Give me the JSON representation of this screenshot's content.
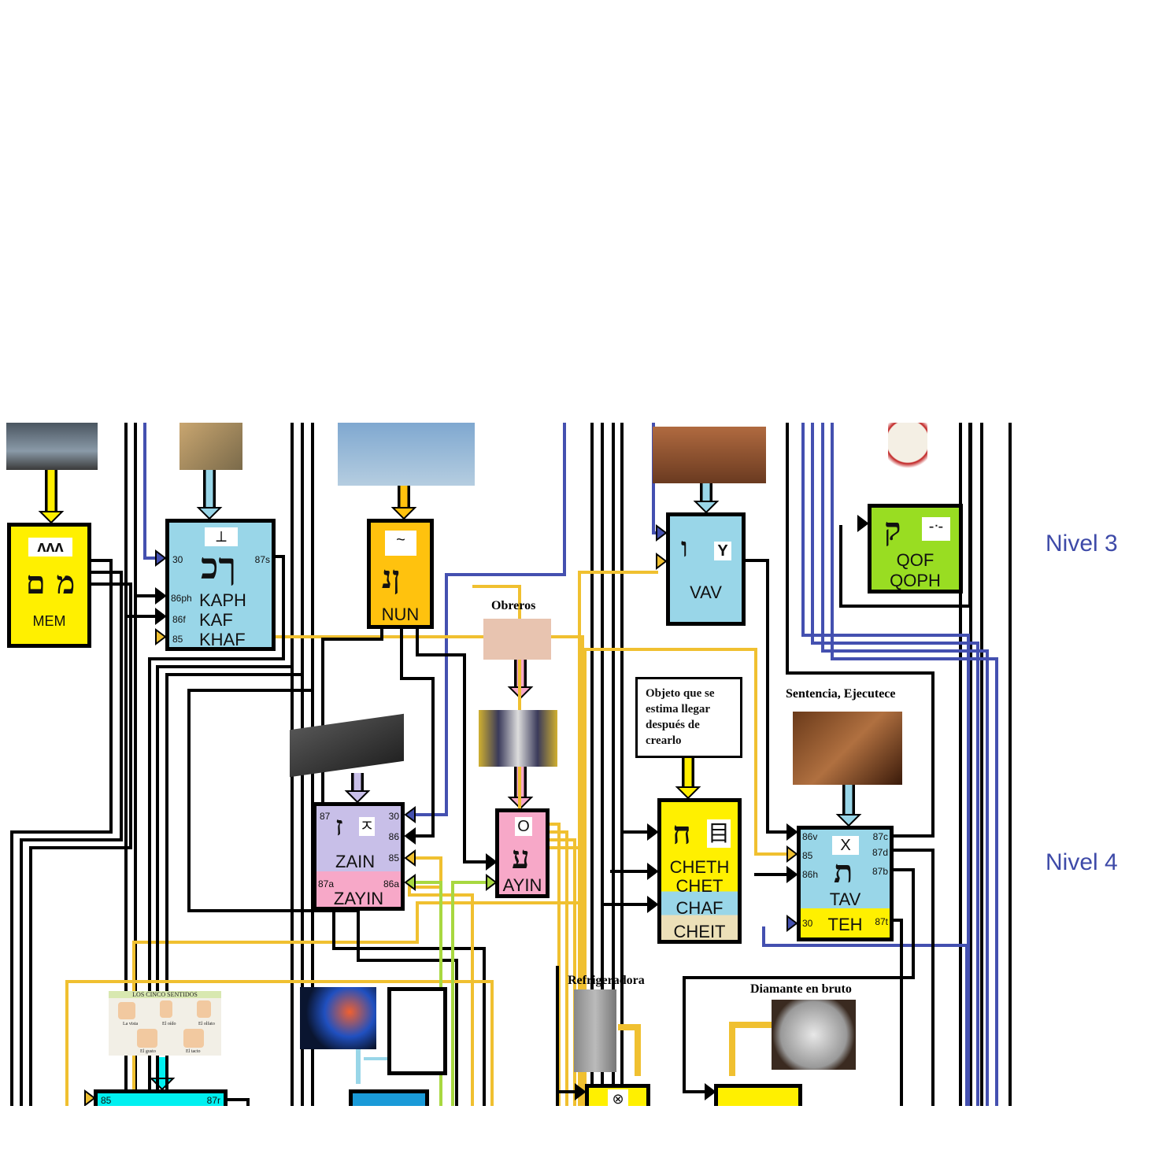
{
  "levels": [
    "Nivel 3",
    "Nivel 4"
  ],
  "colors": {
    "black_wire": "#000000",
    "blue_wire": "#4450b0",
    "yellow_wire": "#f0c030",
    "green_wire": "#a8d840",
    "yellow_box": "#fff000",
    "blue_box": "#99d6e8",
    "orange_box": "#ffc20e",
    "green_box": "#99dd22",
    "lavender_box": "#c8bfe8",
    "pink_box": "#f7a8c8",
    "beige_box": "#ece0b8",
    "cyan_box": "#00f0f0"
  },
  "mem": {
    "glyph": "ʌʌʌ",
    "hebrew": "מ ם",
    "name": "MEM"
  },
  "kaph": {
    "glyph": "⟂",
    "hebrew": "ךכ",
    "port_30": "30",
    "port_87s": "87s",
    "port_86ph": "86ph",
    "port_86f": "86f",
    "port_85": "85",
    "names": [
      "KAPH",
      "KAF",
      "KHAF"
    ]
  },
  "nun": {
    "glyph": "~",
    "hebrew": "ןנ",
    "name": "NUN"
  },
  "vav": {
    "hebrew": "ו",
    "glyph": "Y",
    "name": "VAV"
  },
  "qof": {
    "hebrew": "ק",
    "glyph": "-ᐧ-",
    "names": [
      "QOF",
      "QOPH"
    ]
  },
  "zain": {
    "port_87": "87",
    "hebrew": "ז",
    "glyph": "ㅈ",
    "port_30": "30",
    "port_86": "86",
    "port_85": "85",
    "name": "ZAIN",
    "port_87a": "87a",
    "port_86a": "86a",
    "alt_name": "ZAYIN"
  },
  "ayin": {
    "glyph": "O",
    "hebrew": "ע",
    "name": "AYIN"
  },
  "cheth": {
    "hebrew": "ח",
    "glyph": "目",
    "names": [
      "CHETH",
      "CHET"
    ],
    "chaf": "CHAF",
    "cheit": "CHEIT"
  },
  "tav": {
    "port_86v": "86v",
    "port_85": "85",
    "port_86h": "86h",
    "glyph": "X",
    "hebrew": "ת",
    "port_87c": "87c",
    "port_87d": "87d",
    "port_87b": "87b",
    "name": "TAV",
    "port_30": "30",
    "teh": "TEH",
    "port_87t": "87t"
  },
  "captions": {
    "obreros": "Obreros",
    "objeto": "Objeto que se estima llegar después de crearlo",
    "sentencia": "Sentencia, Ejecutece",
    "refrigeradora": "Refrigeradora",
    "diamante": "Diamante en bruto",
    "sentidos": "LOS CINCO SENTIDOS"
  },
  "sentidos_items": [
    "La vista",
    "El oído",
    "El olfato",
    "El gusto",
    "El tacto"
  ],
  "bottom": {
    "cyan_port_85": "85",
    "cyan_port_87r": "87r",
    "refri_glyph": "⊗"
  }
}
